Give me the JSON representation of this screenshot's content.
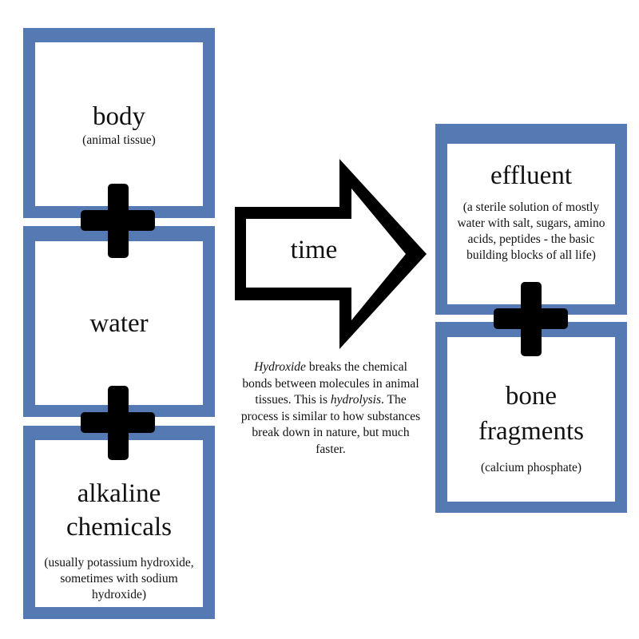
{
  "colors": {
    "border": "#5479b3",
    "plus": "#000000",
    "arrow": "#000000"
  },
  "inputs": [
    {
      "title": "body",
      "subtitle": "(animal tissue)"
    },
    {
      "title": "water",
      "subtitle": ""
    },
    {
      "title": "alkaline chemicals",
      "subtitle": "(usually potassium hydroxide, sometimes with sodium hydroxide)"
    }
  ],
  "arrow": {
    "label": "time"
  },
  "explanation": {
    "part1_italic": "Hydroxide",
    "part2": " breaks the chemical bonds between molecules in animal tissues. This is ",
    "part3_italic": "hydrolysis",
    "part4": ". The process is similar to how substances break down in nature, but much faster."
  },
  "outputs": [
    {
      "title": "effluent",
      "subtitle": "(a sterile solution of mostly water with salt, sugars, amino acids, peptides - the basic building blocks of all life)"
    },
    {
      "title": "bone fragments",
      "subtitle": "(calcium phosphate)"
    }
  ]
}
